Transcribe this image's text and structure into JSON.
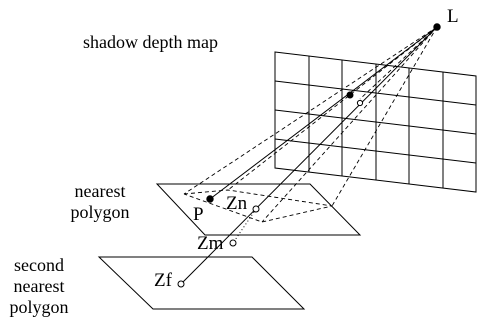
{
  "labels": {
    "light": "L",
    "depth_map": "shadow depth map",
    "nearest_polygon": [
      "nearest",
      "polygon"
    ],
    "second_nearest_polygon": [
      "second",
      "nearest",
      "polygon"
    ],
    "point_p": "P",
    "zn": "Zn",
    "zm": "Zm",
    "zf": "Zf"
  },
  "colors": {
    "ink": "#000000",
    "background": "#ffffff"
  }
}
